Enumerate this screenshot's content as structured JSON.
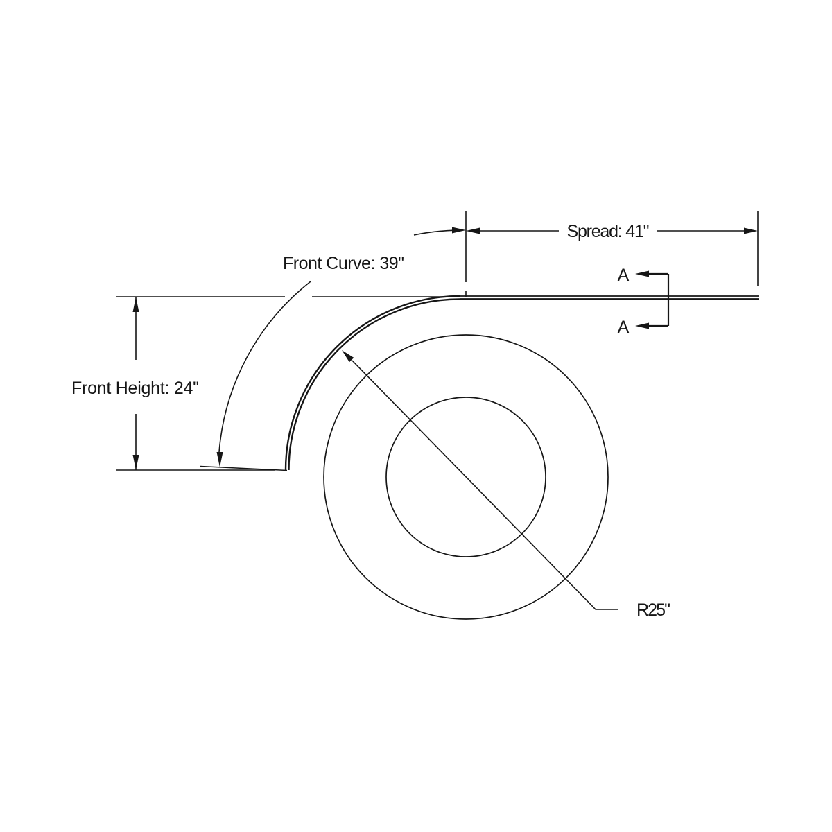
{
  "diagram": {
    "labels": {
      "spread": "Spread: 41\"",
      "front_curve": "Front Curve: 39\"",
      "front_height": "Front Height: 24\"",
      "radius": "R25\"",
      "section_marker_top": "A",
      "section_marker_bottom": "A"
    },
    "colors": {
      "line": "#161616",
      "background": "#ffffff"
    }
  }
}
